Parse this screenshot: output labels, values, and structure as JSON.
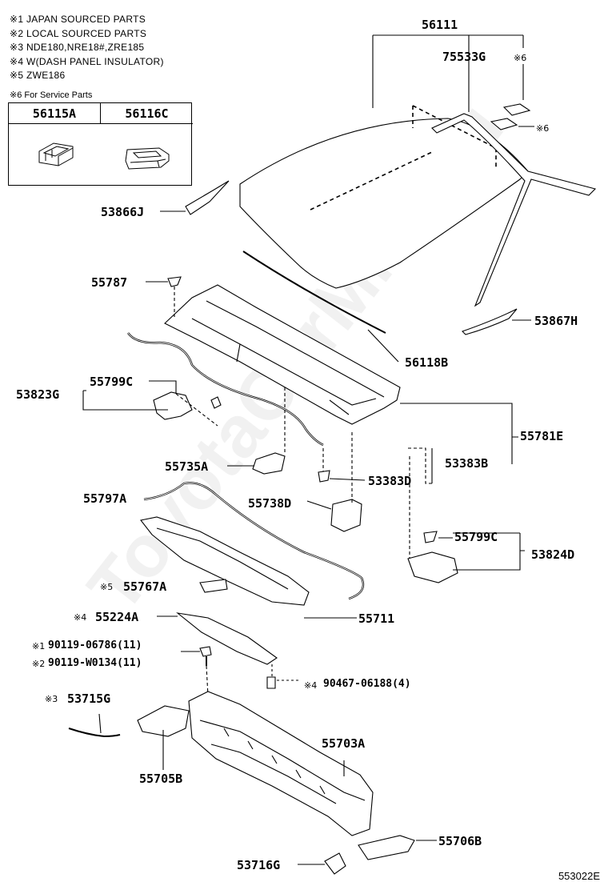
{
  "notes": [
    "※1 JAPAN SOURCED PARTS",
    "※2 LOCAL SOURCED PARTS",
    "※3 NDE180,NRE18#,ZRE185",
    "※4 W(DASH PANEL INSULATOR)",
    "※5 ZWE186"
  ],
  "service_note": "※6 For Service Parts",
  "service_box": {
    "col1": "56115A",
    "col2": "56116C"
  },
  "labels": {
    "p56111": "56111",
    "p75533g": "75533G",
    "mark6a": "※6",
    "mark6b": "※6",
    "p53866j": "53866J",
    "p55787": "55787",
    "p53867h": "53867H",
    "p56118b": "56118B",
    "p55799c_top": "55799C",
    "p53823g": "53823G",
    "p55781e": "55781E",
    "p55735a": "55735A",
    "p53383b": "53383B",
    "p53383d": "53383D",
    "p55797a": "55797A",
    "p55738d": "55738D",
    "p55799c_bot": "55799C",
    "p53824d": "53824D",
    "mark5": "※5",
    "p55767a": "55767A",
    "mark4": "※4",
    "p55224a": "55224A",
    "p55711": "55711",
    "mark1": "※1",
    "p90119_06786": "90119-06786(11)",
    "mark2": "※2",
    "p90119_w0134": "90119-W0134(11)",
    "mark4b": "※4",
    "p90467": "90467-06188(4)",
    "mark3": "※3",
    "p53715g": "53715G",
    "p55703a": "55703A",
    "p55705b": "55705B",
    "p55706b": "55706B",
    "p53716g": "53716G"
  },
  "watermark": "ToyotaCarMine.ru",
  "diagram_code": "553022E"
}
